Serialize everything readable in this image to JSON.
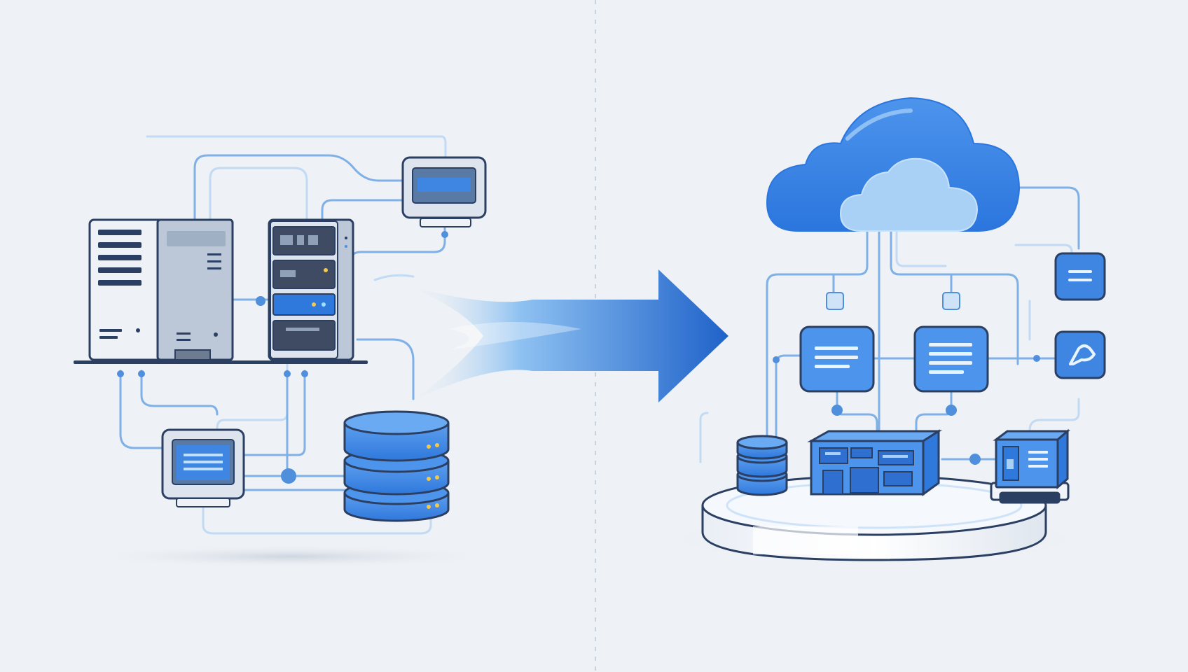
{
  "scene": {
    "left_panel": "on-premise-infrastructure",
    "right_panel": "cloud-infrastructure",
    "transition": "migration-arrow"
  },
  "icons": {
    "left": [
      "tower-server-icon",
      "rack-server-icon",
      "monitor-icon",
      "monitor-icon",
      "database-icon"
    ],
    "right": [
      "cloud-icon",
      "service-card-icon",
      "service-card-icon",
      "list-icon",
      "link-icon",
      "database-icon",
      "datacenter-building-icon",
      "server-module-icon",
      "platform-icon"
    ]
  },
  "colors": {
    "background": "#eef1f5",
    "primary_blue": "#2f7de1",
    "deep_blue": "#1f62c9",
    "light_blue": "#a9d0f5",
    "line_blue": "#7fb0e6",
    "outline": "#2b3f63",
    "gray_body": "#c5cfdc",
    "divider": "#b9c7d6"
  }
}
